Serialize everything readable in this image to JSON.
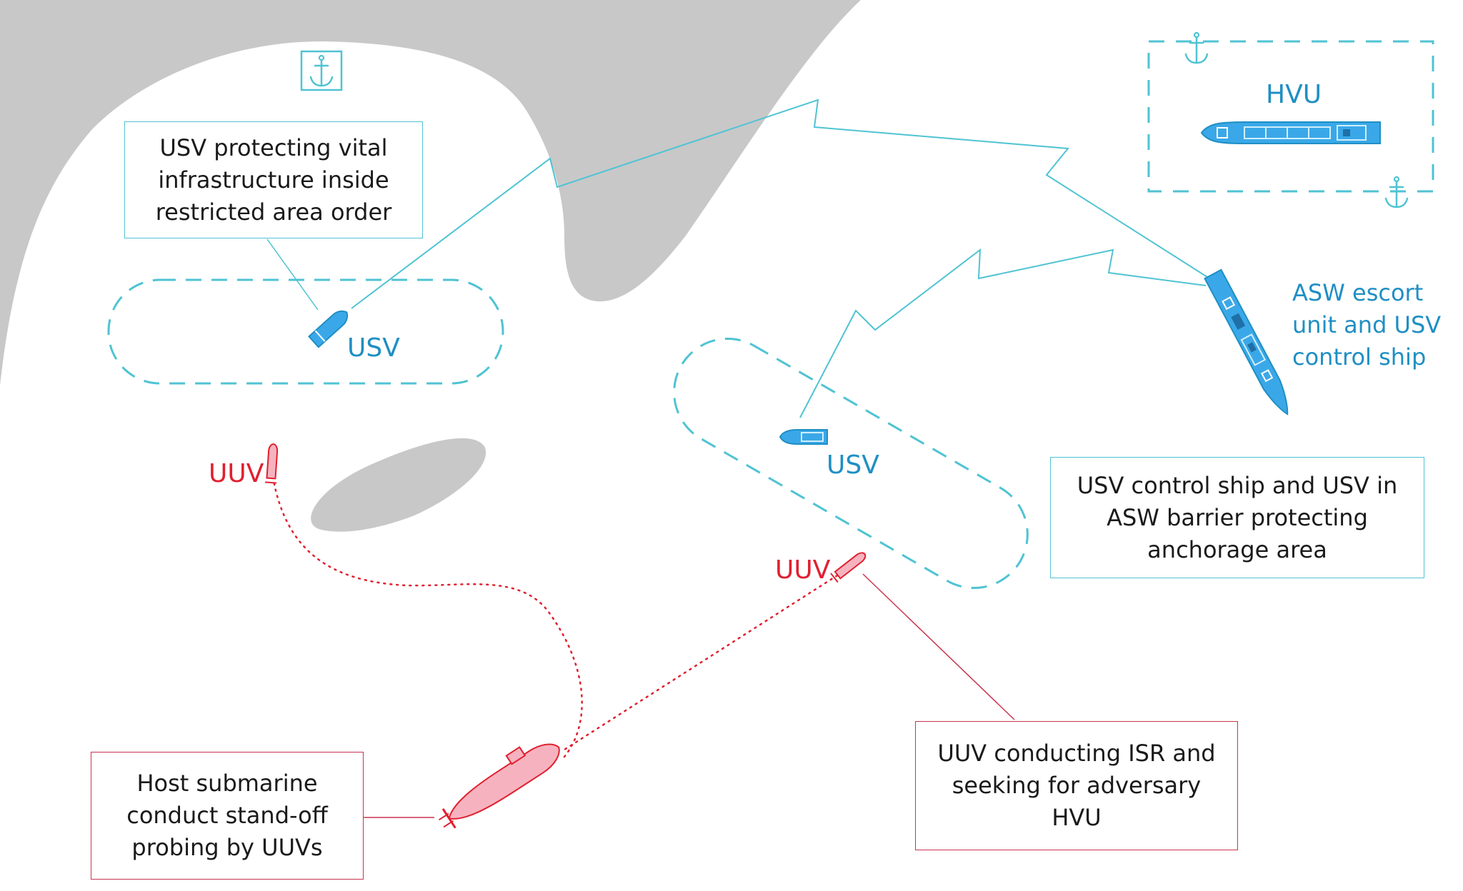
{
  "labels": {
    "infrastructure_box": "USV protecting vital infrastructure inside restricted area order",
    "barrier_box": "USV control ship and USV in ASW barrier protecting anchorage area",
    "submarine_box": "Host submarine conduct stand-off probing by UUVs",
    "isr_box": "UUV conducting ISR and seeking for adversary HVU",
    "escort_note": "ASW escort unit and USV control ship",
    "hvu": "HVU",
    "usv_left": "USV",
    "usv_right": "USV",
    "uuv_left": "UUV",
    "uuv_right": "UUV"
  },
  "icons": [
    "anchor-icon",
    "usv-icon",
    "uuv-icon",
    "host-submarine-icon",
    "hvu-ship-icon",
    "escort-ship-icon"
  ],
  "colors": {
    "land": "#c8c8c8",
    "comm_link": "#4fc3d3",
    "friendly": "#1f8fc4",
    "vessel_fill": "#3aa8e8",
    "adversary": "#e0202f",
    "submarine_fill": "#f6b3bf",
    "box_border_blue": "#4fc3d3",
    "box_border_red": "#c8354f"
  }
}
